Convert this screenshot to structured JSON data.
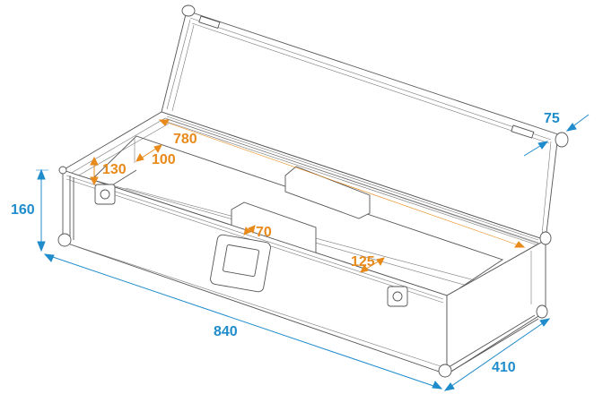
{
  "diagram": {
    "subject": "flight case with open lid and internal compartments",
    "colors": {
      "outer_dimension": "#1f8ccc",
      "inner_dimension": "#e88a1a",
      "linework": "#555555",
      "background": "#ffffff"
    },
    "outer_dimensions": {
      "height": "160",
      "length": "840",
      "depth": "410",
      "lid_depth": "75"
    },
    "inner_dimensions": {
      "inner_length": "780",
      "compartment_width": "100",
      "inner_height": "130",
      "divider_gap": "70",
      "front_compartment_width": "125"
    }
  }
}
